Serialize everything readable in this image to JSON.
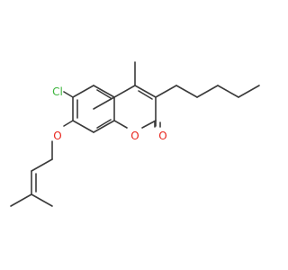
{
  "molecule": {
    "atoms": {
      "chlorine": "Cl",
      "ether_oxygen": "O",
      "ring_oxygen": "O",
      "carbonyl_oxygen": "O"
    },
    "colors": {
      "bond": "#3a3a3a",
      "chlorine": "#3cb43c",
      "oxygen": "#e8261e",
      "background": "#ffffff"
    }
  }
}
